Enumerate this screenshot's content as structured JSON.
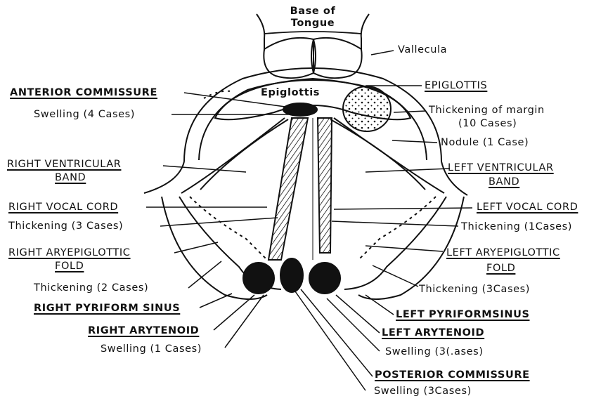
{
  "labels": {
    "base_of_tongue_1": "Base of",
    "base_of_tongue_2": "Tongue",
    "vallecula": "Vallecula",
    "epiglottis_inner": "Epiglottis",
    "epiglottis": "EPIGLOTTIS",
    "thickening_of_margin": "Thickening of margin",
    "thickening_of_margin_cases": "(10 Cases)",
    "nodule": "Nodule (1 Case)",
    "anterior_commissure": "ANTERIOR COMMISSURE",
    "anterior_swelling": "Swelling (4 Cases)",
    "right_ventricular_band_1": "RIGHT VENTRICULAR",
    "right_ventricular_band_2": "BAND",
    "left_ventricular_band_1": "LEFT VENTRICULAR",
    "left_ventricular_band_2": "BAND",
    "right_vocal_cord": "RIGHT VOCAL CORD",
    "right_vocal_thickening": "Thickening (3 Cases)",
    "left_vocal_cord": "LEFT VOCAL CORD",
    "left_vocal_thickening": "Thickening (1Cases)",
    "right_aryepiglottic_1": "RIGHT ARYEPIGLOTTIC",
    "right_aryepiglottic_2": "FOLD",
    "right_aryepiglottic_thickening": "Thickening (2 Cases)",
    "left_aryepiglottic_1": "LEFT ARYEPIGLOTTIC",
    "left_aryepiglottic_2": "FOLD",
    "left_aryepiglottic_thickening": "Thickening (3Cases)",
    "right_pyriform_sinus": "RIGHT PYRIFORM SINUS",
    "left_pyriform_sinus": "LEFT PYRIFORMSINUS",
    "right_arytenoid": "RIGHT ARYTENOID",
    "right_arytenoid_swelling": "Swelling (1 Cases)",
    "left_arytenoid": "LEFT ARYTENOID",
    "left_arytenoid_swelling": "Swelling (3(.ases)",
    "posterior_commissure": "POSTERIOR COMMISSURE",
    "posterior_swelling": "Swelling (3Cases)"
  },
  "colors": {
    "ink": "#111111",
    "paper": "#ffffff"
  }
}
